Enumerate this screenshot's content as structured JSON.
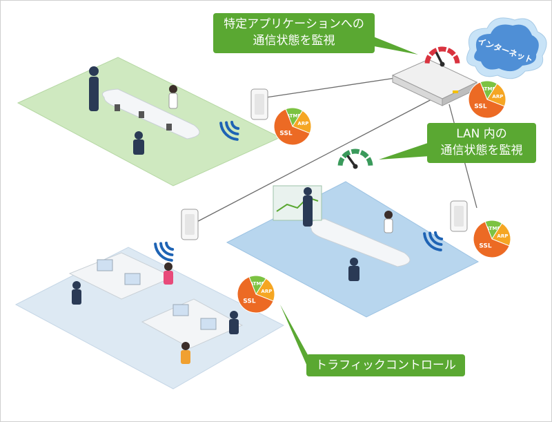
{
  "callouts": {
    "app": {
      "line1": "特定アプリケーションへの",
      "line2": "通信状態を監視"
    },
    "lan": {
      "line1": "LAN 内の",
      "line2": "通信状態を監視"
    },
    "traffic": {
      "label": "トラフィックコントロール"
    }
  },
  "cloud": {
    "label": "インターネット"
  },
  "protocol_pie": {
    "labels": {
      "atmf": "ATMF",
      "arp": "ARP",
      "ssl": "SSL"
    },
    "shares": {
      "atmf": 0.15,
      "arp": 0.22,
      "ssl": 0.63
    },
    "colors": {
      "atmf": "#7cc242",
      "arp": "#f5a623",
      "ssl": "#ec6a24"
    }
  },
  "gauges": {
    "internet": {
      "level": 0.35,
      "color": "#d9333f"
    },
    "lan": {
      "level": 0.3,
      "color": "#3a9a5b"
    }
  },
  "colors": {
    "room_green": "#cfe9c0",
    "room_blue": "#b8d6ee",
    "room_pale": "#dde9f3",
    "callout_green": "#5aa832",
    "wifi_blue": "#1e63b4",
    "line": "#6b6b6b"
  }
}
